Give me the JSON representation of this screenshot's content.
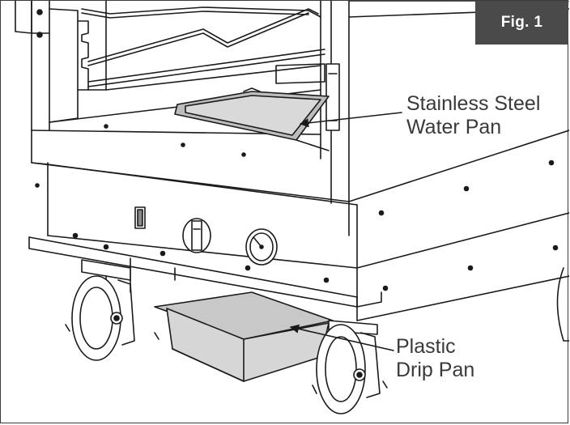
{
  "figure": {
    "label": "Fig. 1",
    "badge_color": "#4a4a4a"
  },
  "callouts": [
    {
      "lines": [
        "Stainless Steel",
        "Water Pan"
      ]
    },
    {
      "lines": [
        "Plastic",
        "Drip Pan"
      ]
    }
  ],
  "colors": {
    "line": "#1a1a1a",
    "text": "#3a3a3a",
    "pan_fill": "#bdbdbd",
    "drip_fill": "#c8c8c8"
  }
}
